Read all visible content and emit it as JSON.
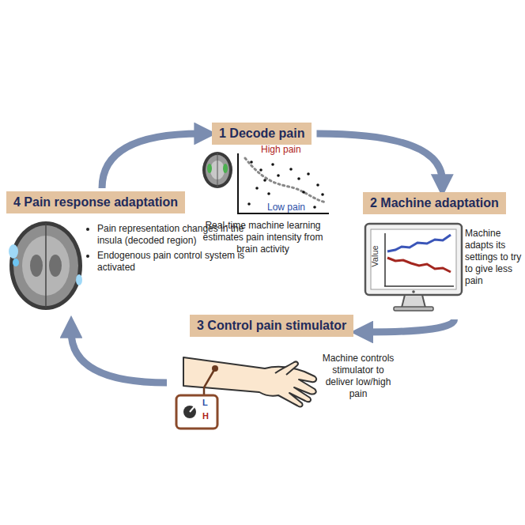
{
  "diagram": {
    "nodes": [
      {
        "text": [
          "1 Decode pain",
          "Real-time machine learning estimates pain intensity from brain activity"
        ]
      },
      {
        "text": [
          "2 Machine adaptation",
          "Machine adapts its settings to try to give less pain"
        ]
      },
      {
        "text": [
          "3 Control pain stimulator",
          "Machine controls stimulator to deliver low/high pain"
        ]
      },
      {
        "text": [
          "4 Pain response adaptation",
          "Pain representation changes in the insula (decoded region)",
          "Endogenous pain control system is activated"
        ]
      }
    ],
    "edges": [
      {
        "from": 0,
        "to": 1,
        "arrow": "to"
      },
      {
        "from": 1,
        "to": 2,
        "arrow": "to"
      },
      {
        "from": 2,
        "to": 3,
        "arrow": "to"
      },
      {
        "from": 3,
        "to": 0,
        "arrow": "to"
      }
    ],
    "labels": [
      "High pain",
      "Low pain",
      "Value",
      "L",
      "H"
    ]
  }
}
